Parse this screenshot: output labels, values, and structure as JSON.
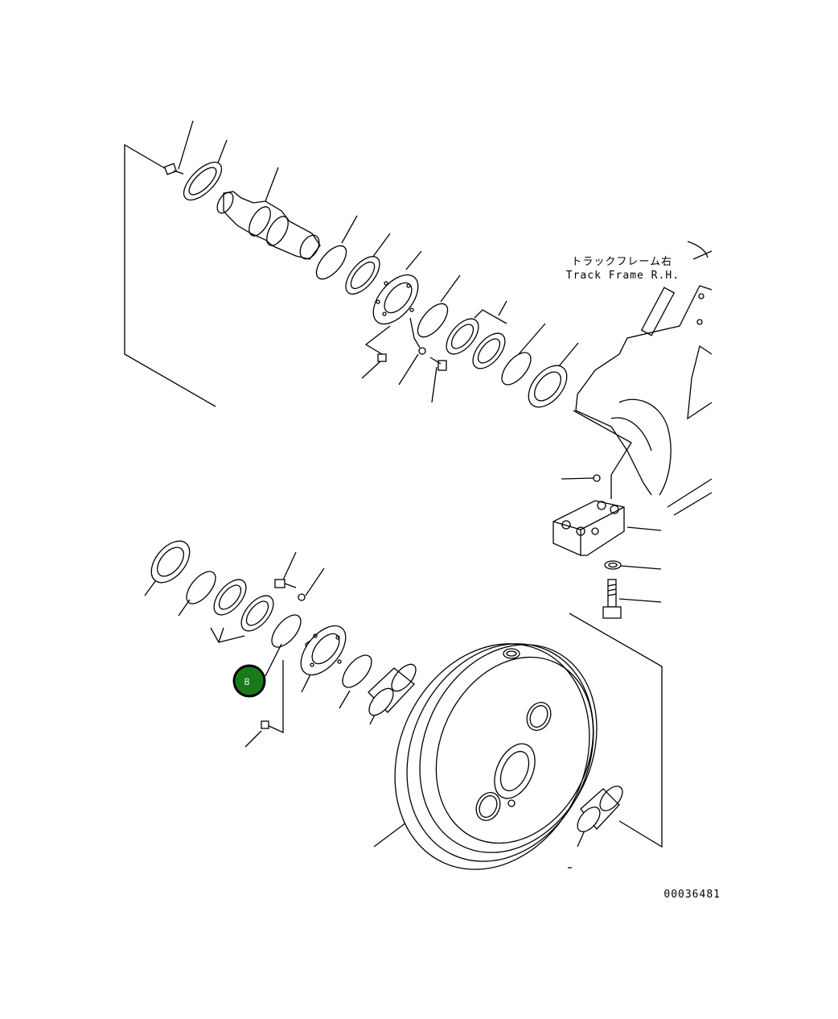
{
  "diagram": {
    "frame_label_jp": "トラックフレーム右",
    "frame_label_en": "Track Frame R.H.",
    "drawing_number": "00036481",
    "callout": {
      "label": "8",
      "color": "#1a7a1a"
    }
  }
}
